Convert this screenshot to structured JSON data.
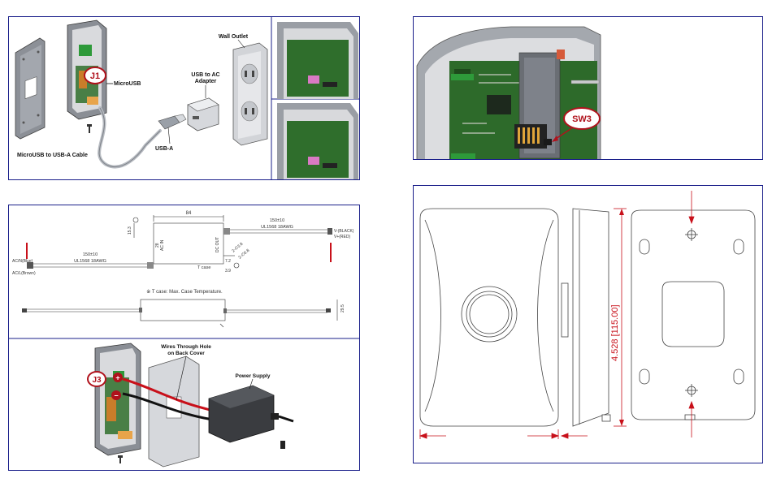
{
  "usb_panel": {
    "j1": "J1",
    "microusb": "MicroUSB",
    "usb_to_ac_line1": "USB to AC",
    "usb_to_ac_line2": "Adapter",
    "wall_outlet": "Wall Outlet",
    "usb_a": "USB-A",
    "cable": "MicroUSB to USB-A Cable"
  },
  "switch_panel": {
    "sw3": "SW3"
  },
  "power_panel": {
    "dim_84": "84",
    "dim_150_right": "150±10",
    "ul_right": "UL1568 18AWG",
    "v_neg": "V-(BLACK)",
    "v_pos": "V+(RED)",
    "ac_n": "AC/N(Blue)",
    "ac_l": "AC/L(Brown)",
    "dim_150_left": "150±10",
    "ul_left": "UL1568 18AWG",
    "ac_in": "AC IN",
    "dc_out": "DC OUT",
    "tcase": "T case",
    "dim_7_2": "7.2",
    "dim_3_9": "3.9",
    "dim_15_3": "15.3",
    "dim_28": "28",
    "dim_29_5": "29.5",
    "dim_2_3_8": "2-∅3.8",
    "dim_2_6_8": "2-∅6.8",
    "note": "※ T case: Max. Case Temperature.",
    "wires_line1": "Wires Through Hole",
    "wires_line2": "on Back Cover",
    "power_supply": "Power Supply",
    "j3": "J3",
    "plus": "+",
    "minus": "−"
  },
  "dimension_panel": {
    "height_label": "4.528 [115.00]"
  }
}
